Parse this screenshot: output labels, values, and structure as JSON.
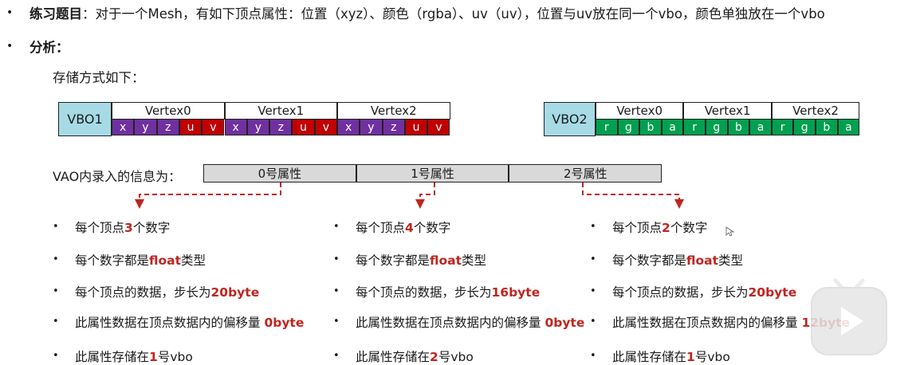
{
  "header": {
    "exercise_label": "练习题目",
    "exercise_text": "：对于一个Mesh，有如下顶点属性：位置（xyz）、颜色（rgba）、uv（uv），位置与uv放在同一个vbo，颜色单独放在一个vbo",
    "analysis_label": "分析：",
    "storage_text": "存储方式如下："
  },
  "vbo1": {
    "label": "VBO1",
    "vertices": [
      "Vertex0",
      "Vertex1",
      "Vertex2"
    ],
    "components": [
      "x",
      "y",
      "z",
      "u",
      "v"
    ]
  },
  "vbo2": {
    "label": "VBO2",
    "vertices": [
      "Vertex0",
      "Vertex1",
      "Vertex2"
    ],
    "components": [
      "r",
      "g",
      "b",
      "a"
    ]
  },
  "vao": {
    "label": "VAO内录入的信息为：",
    "attributes": [
      "0号属性",
      "1号属性",
      "2号属性"
    ]
  },
  "columns": [
    {
      "rows": [
        {
          "pre": "每个顶点",
          "hl": "3",
          "post": "个数字"
        },
        {
          "pre": "每个数字都是",
          "hl": "float",
          "post": "类型"
        },
        {
          "pre": "每个顶点的数据，步长为",
          "hl": "20byte",
          "post": ""
        },
        {
          "pre": "此属性数据在顶点数据内的偏移量 ",
          "hl": "0byte",
          "post": ""
        },
        {
          "pre": "此属性存储在",
          "hl": "1",
          "post": "号vbo"
        }
      ]
    },
    {
      "rows": [
        {
          "pre": "每个顶点",
          "hl": "4",
          "post": "个数字"
        },
        {
          "pre": "每个数字都是",
          "hl": "float",
          "post": "类型"
        },
        {
          "pre": "每个顶点的数据，步长为",
          "hl": "16byte",
          "post": ""
        },
        {
          "pre": "此属性数据在顶点数据内的偏移量 ",
          "hl": "0byte",
          "post": ""
        },
        {
          "pre": "此属性存储在",
          "hl": "2",
          "post": "号vbo"
        }
      ]
    },
    {
      "rows": [
        {
          "pre": "每个顶点",
          "hl": "2",
          "post": "个数字"
        },
        {
          "pre": "每个数字都是",
          "hl": "float",
          "post": "类型"
        },
        {
          "pre": "每个顶点的数据，步长为",
          "hl": "20byte",
          "post": ""
        },
        {
          "pre": "此属性数据在顶点数据内的偏移量 ",
          "hl": "12byte",
          "post": ""
        },
        {
          "pre": "此属性存储在",
          "hl": "1",
          "post": "号vbo"
        }
      ]
    }
  ],
  "colors": {
    "purple": "#7030a0",
    "red": "#c00000",
    "green": "#00a050",
    "vbo_label_bg": "#a6dbe6",
    "vao_bg": "#d9d9d9",
    "highlight_text": "#c0251f",
    "arrow": "#c0251f"
  },
  "icons": {
    "bullet": "bullet-dot-icon",
    "arrow": "down-arrow-icon",
    "logo": "tv-play-logo-icon",
    "cursor": "mouse-cursor-icon"
  }
}
